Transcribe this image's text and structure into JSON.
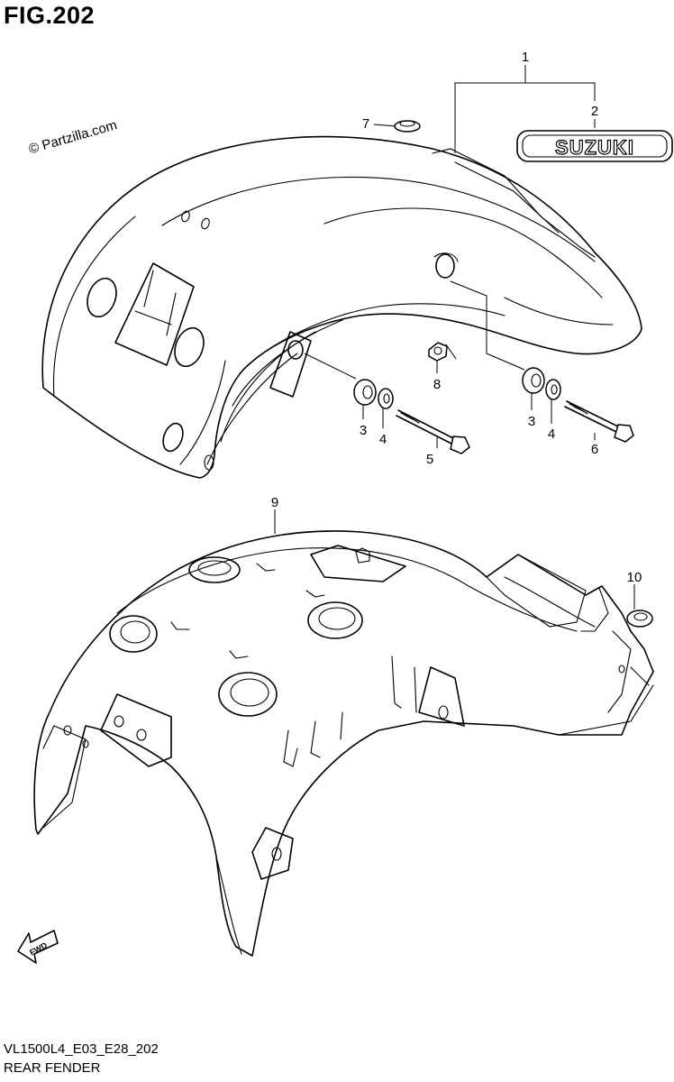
{
  "figure": {
    "title": "FIG.202",
    "watermark": "© Partzilla.com",
    "model_code": "VL1500L4_E03_E28_202",
    "section_name": "REAR FENDER"
  },
  "emblem": {
    "text": "SUZUKI"
  },
  "fwd_arrow": {
    "text": "FWD"
  },
  "callouts": [
    "1",
    "2",
    "3",
    "3",
    "4",
    "4",
    "5",
    "6",
    "7",
    "8",
    "9",
    "10"
  ]
}
